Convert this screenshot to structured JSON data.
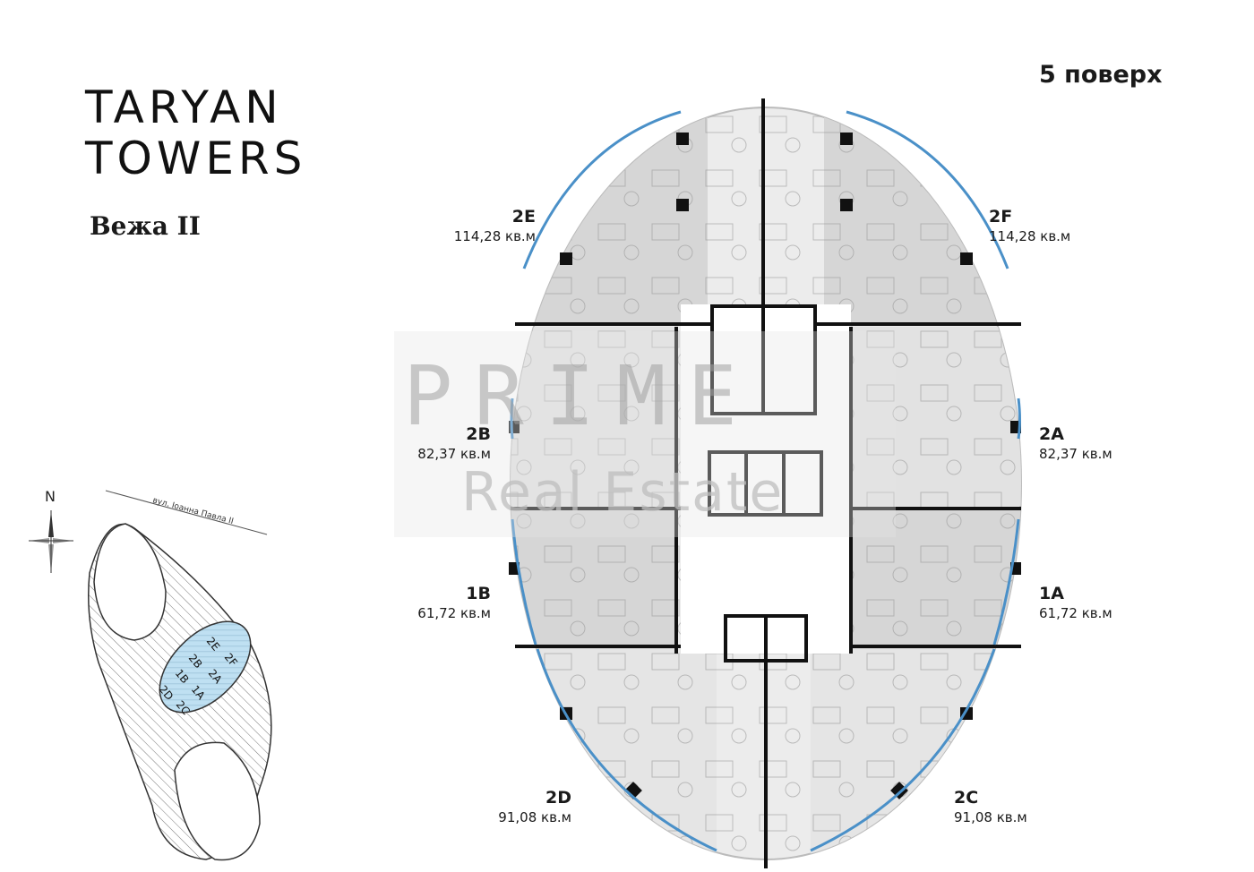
{
  "logo": {
    "line1": "TARYAN",
    "line2": "TOWERS"
  },
  "tower": "Вежа II",
  "floor": "5 поверх",
  "apartments": [
    {
      "code": "2E",
      "area": "114,28 кв.м"
    },
    {
      "code": "2F",
      "area": "114,28 кв.м"
    },
    {
      "code": "2B",
      "area": "82,37 кв.м"
    },
    {
      "code": "2A",
      "area": "82,37 кв.м"
    },
    {
      "code": "1B",
      "area": "61,72 кв.м"
    },
    {
      "code": "1A",
      "area": "61,72 кв.м"
    },
    {
      "code": "2D",
      "area": "91,08 кв.м"
    },
    {
      "code": "2C",
      "area": "91,08 кв.м"
    }
  ],
  "site_plan": {
    "compass": "N",
    "street": "вул. Іоанна Павла II",
    "units": [
      "2E",
      "2F",
      "2B",
      "2A",
      "1B",
      "1A",
      "2D",
      "2C"
    ]
  },
  "watermark": {
    "line1": "PRIME",
    "line2": "Real Estate"
  },
  "colors": {
    "glazing": "#4a90c8",
    "unit_fill": "#d6d6d6",
    "wall": "#111111",
    "site_highlight": "#bfe0f2"
  }
}
